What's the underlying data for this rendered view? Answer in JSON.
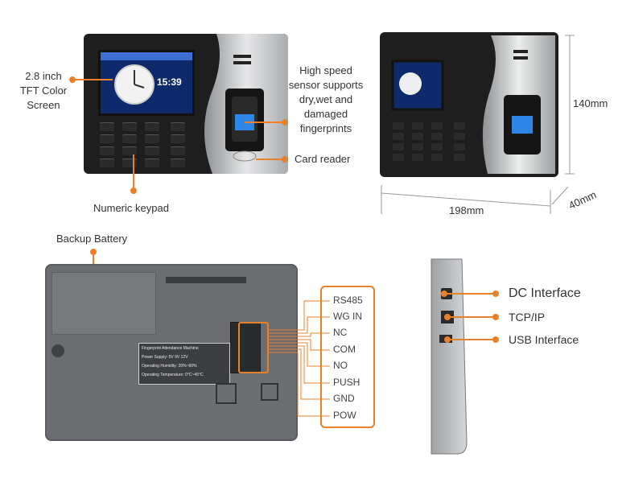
{
  "front_view": {
    "screen_label": [
      "2.8 inch",
      "TFT Color",
      "Screen"
    ],
    "sensor_label": [
      "High speed",
      "sensor supports",
      "dry,wet and",
      "damaged",
      "fingerprints"
    ],
    "card_reader_label": "Card reader",
    "keypad_label": "Numeric keypad",
    "clock_time": "15:39"
  },
  "dimension_view": {
    "height": "140mm",
    "width": "198mm",
    "depth": "40mm"
  },
  "back_view": {
    "battery_label": "Backup Battery",
    "pins": [
      "RS485",
      "WG IN",
      "NC",
      "COM",
      "NO",
      "PUSH",
      "GND",
      "POW"
    ],
    "sticker": {
      "title": "Fingerprint Attendance Machine",
      "power": "Power Supply:  5V  9V  12V",
      "humidity": "Operating Humidity: 20%~60%",
      "temperature": "Operating Temperature: 0°C~45°C"
    }
  },
  "side_view": {
    "ports": [
      "DC Interface",
      "TCP/IP",
      "USB Interface"
    ]
  },
  "colors": {
    "accent": "#e8812a",
    "device_body": "#1e1e1e",
    "silver": "#bfc2c5",
    "back_panel": "#6b6d70"
  }
}
